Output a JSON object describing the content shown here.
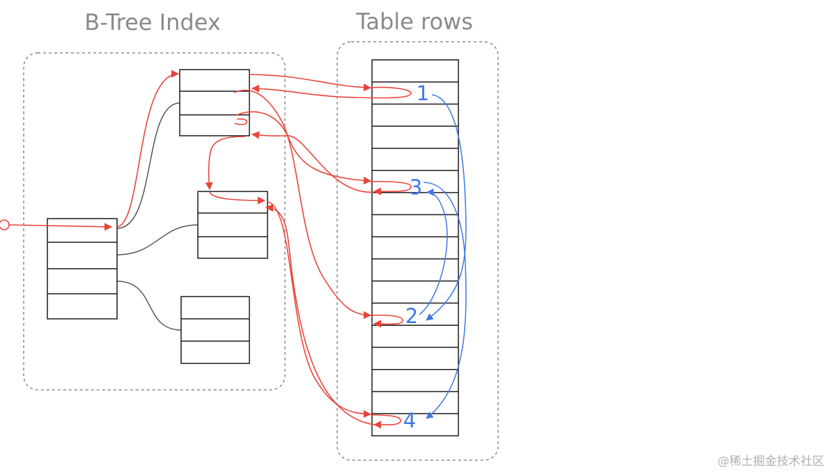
{
  "titles": {
    "btree": "B-Tree Index",
    "table": "Table rows"
  },
  "row_labels": [
    "1",
    "3",
    "2",
    "4"
  ],
  "watermark": "@稀土掘金技术社区",
  "colors": {
    "index_path": "#e8443a",
    "row_order": "#3b78e7",
    "box_stroke": "#1a1a1a",
    "tree_link": "#555555",
    "dashed_border": "#888888",
    "title_text": "#8a8a8a"
  }
}
